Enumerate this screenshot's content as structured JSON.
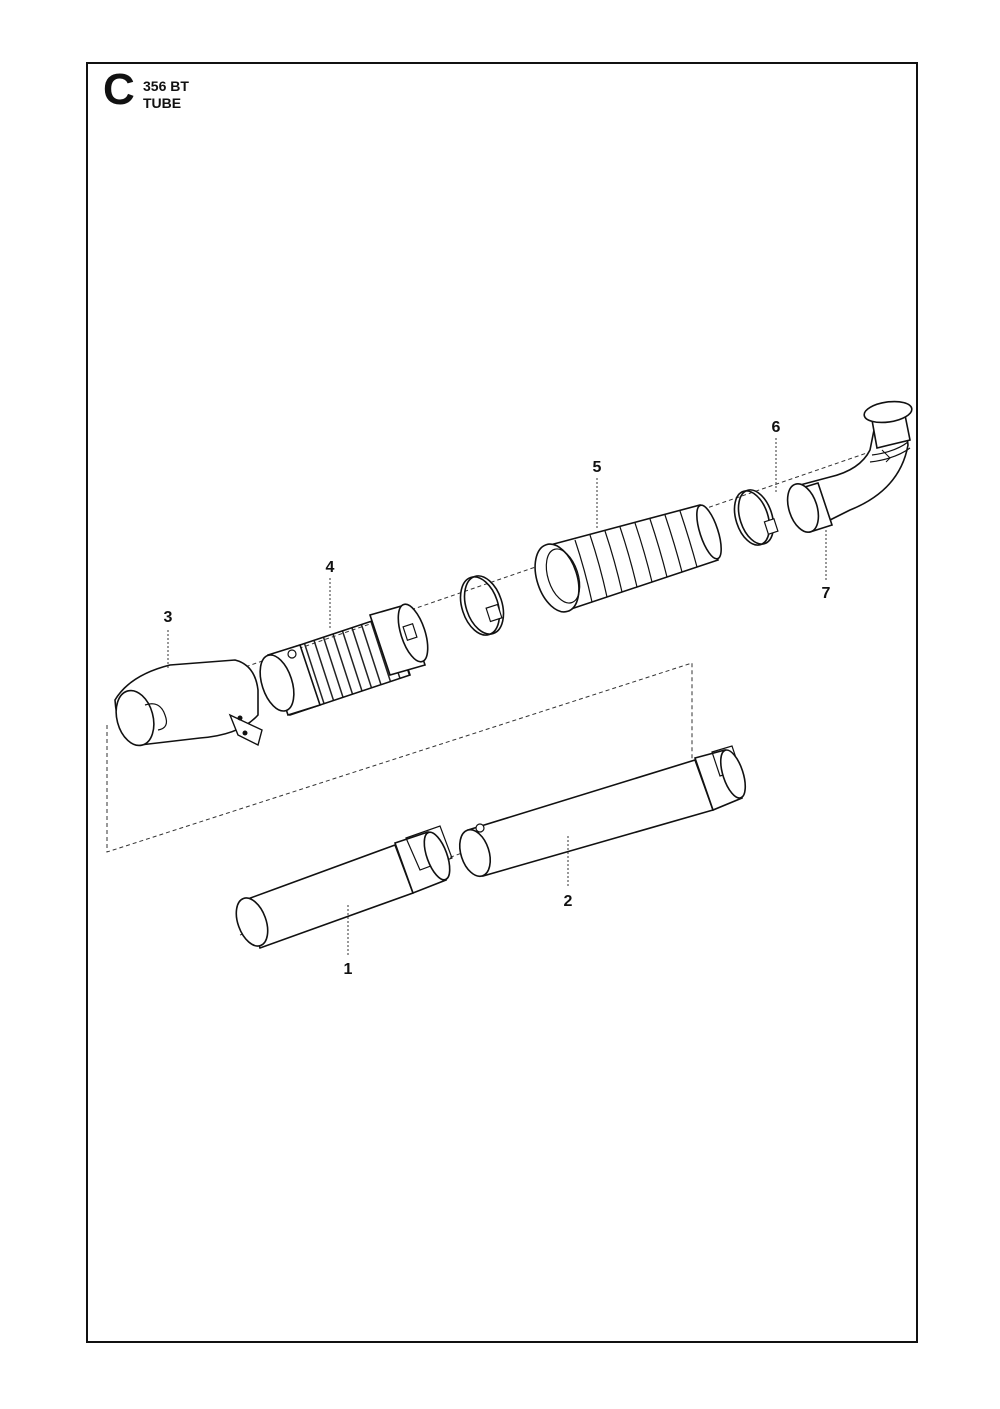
{
  "header": {
    "section_letter": "C",
    "model": "356 BT",
    "title": "TUBE"
  },
  "callouts": [
    "1",
    "2",
    "3",
    "4",
    "5",
    "6",
    "7"
  ]
}
